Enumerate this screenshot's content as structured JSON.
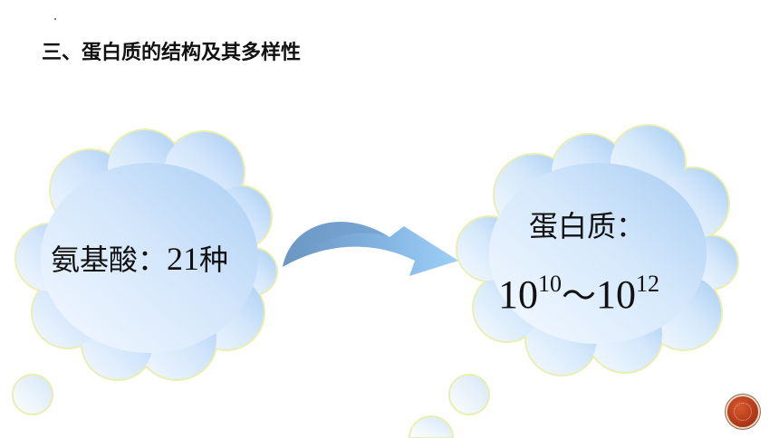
{
  "slide": {
    "title": "三、蛋白质的结构及其多样性"
  },
  "left_cloud": {
    "label_prefix": "氨基酸：",
    "count": "21",
    "label_suffix": "种"
  },
  "right_cloud": {
    "title": "蛋白质：",
    "range_base_1": "10",
    "range_exp_1": "10",
    "range_separator": "～",
    "range_base_2": "10",
    "range_exp_2": "12"
  },
  "colors": {
    "cloud_fill_light": "#f4f9ff",
    "cloud_fill_dark": "#a9cdf4",
    "cloud_outline": "#e9efb0",
    "arrow_light": "#8ec3f2",
    "arrow_dark": "#6f9bc8",
    "nav_button": "#b23a18"
  },
  "icons": {
    "arrow": "curved-arrow-icon",
    "nav": "nav-button-icon"
  }
}
